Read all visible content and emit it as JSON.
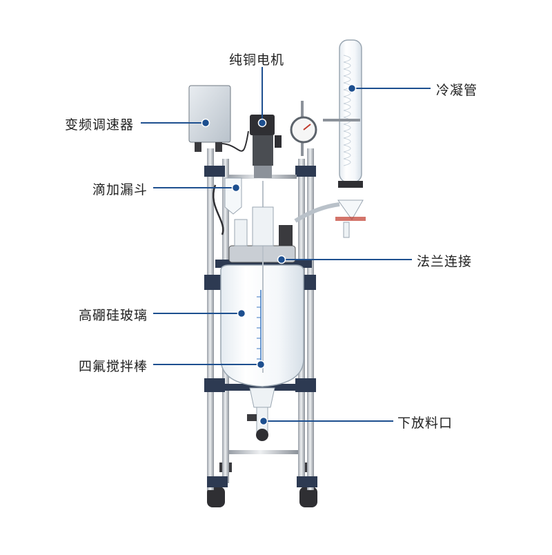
{
  "diagram": {
    "labels": {
      "motor": "纯铜电机",
      "condenser": "冷凝管",
      "speed_controller": "变频调速器",
      "dropping_funnel": "滴加漏斗",
      "flange": "法兰连接",
      "glass": "高硼硅玻璃",
      "stirrer": "四氟搅拌棒",
      "outlet": "下放料口"
    },
    "colors": {
      "callout": "#1d4f8f",
      "frame_blue": "#2d3a52",
      "steel": "#c4c8ce",
      "text": "#222222"
    }
  }
}
